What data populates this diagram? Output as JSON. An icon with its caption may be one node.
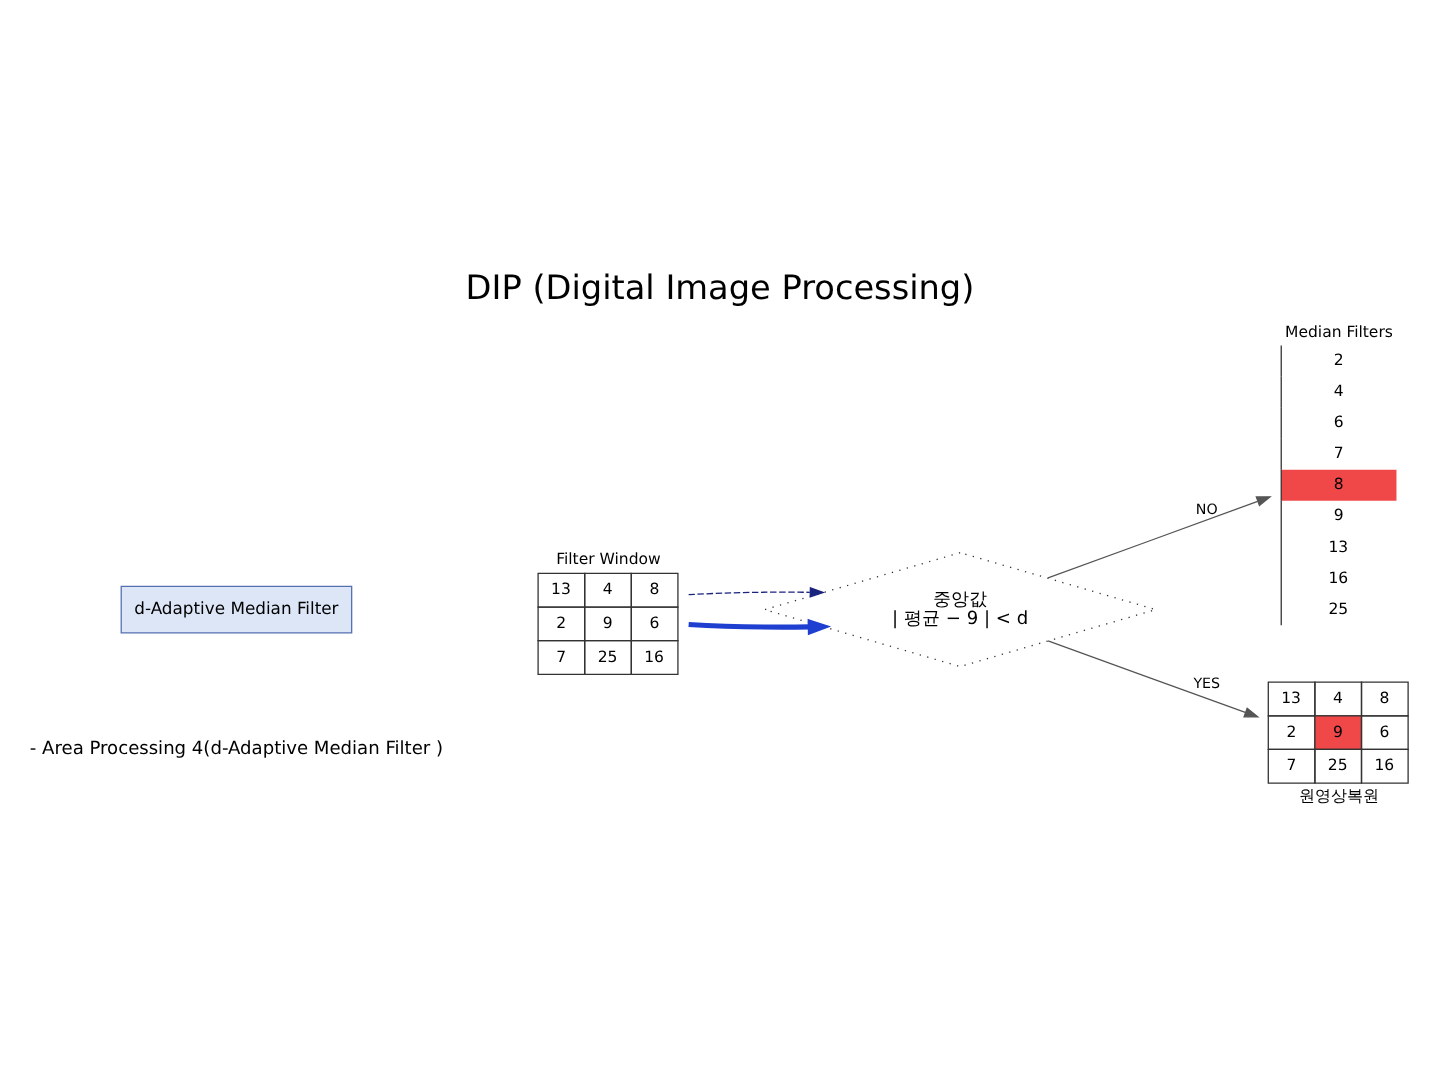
{
  "diagram": {
    "title": "DIP (Digital Image Processing)",
    "nodes": [
      {
        "text": [
          "d-Adaptive Median Filter"
        ]
      },
      {
        "text": [
          "Filter Window",
          "13",
          "4",
          "8",
          "2",
          "9",
          "6",
          "7",
          "25",
          "16"
        ]
      },
      {
        "text": [
          "중앙값",
          "| 평균 − 9 | < d"
        ]
      },
      {
        "text": [
          "Median Filters",
          "2",
          "4",
          "6",
          "7",
          "8",
          "9",
          "13",
          "16",
          "25"
        ]
      },
      {
        "text": [
          "13",
          "4",
          "8",
          "2",
          "9",
          "6",
          "7",
          "25",
          "16",
          "원영상복원"
        ]
      }
    ],
    "edges": [
      {
        "from": 1,
        "to": 2,
        "arrow": "to",
        "style": "thick",
        "color": "#1f3fd0"
      },
      {
        "from": 1,
        "to": 2,
        "arrow": "to",
        "style": "dashed",
        "color": "#1a237e"
      },
      {
        "from": 2,
        "to": 3,
        "arrow": "to",
        "label": "NO"
      },
      {
        "from": 2,
        "to": 4,
        "arrow": "to",
        "label": "YES"
      }
    ],
    "labels": [
      "- Area Processing 4(d-Adaptive Median Filter )"
    ]
  }
}
